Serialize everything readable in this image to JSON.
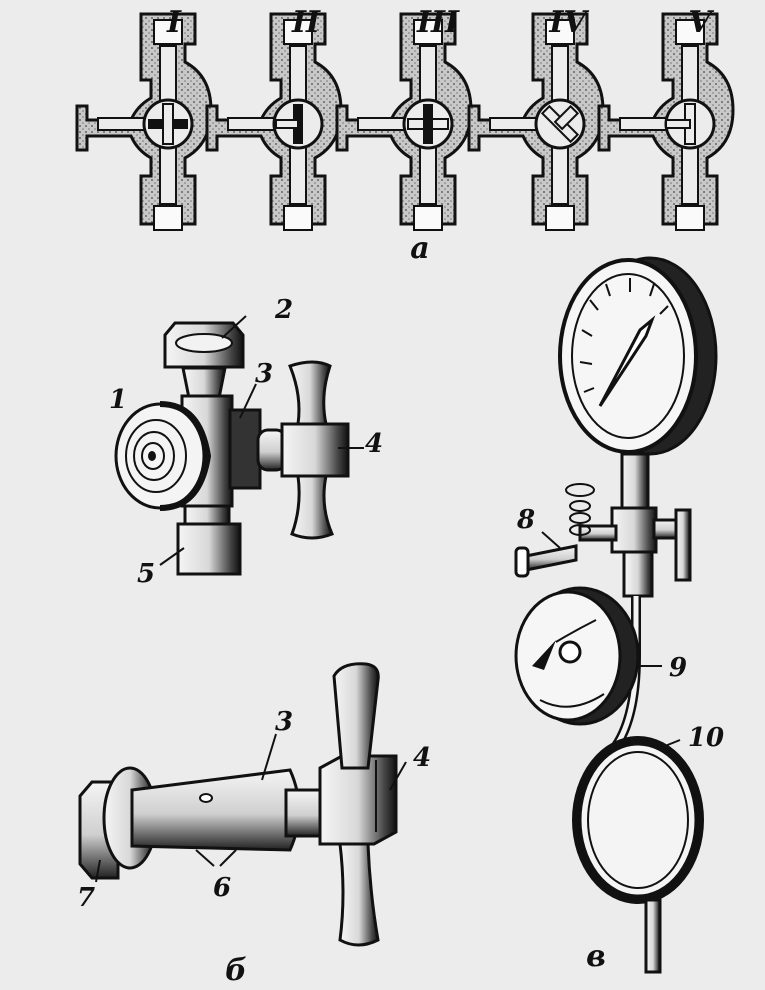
{
  "valve_positions": [
    "I",
    "II",
    "III",
    "IV",
    "V"
  ],
  "subfigures": {
    "a": "а",
    "b": "б",
    "v": "в"
  },
  "callouts_b1": [
    "1",
    "2",
    "3",
    "4",
    "5"
  ],
  "callouts_b2": [
    "3",
    "4",
    "6",
    "7"
  ],
  "callouts_v": [
    "8",
    "9",
    "10"
  ],
  "colors": {
    "ink": "#111111",
    "paper": "#ececec",
    "hatch": "#9a9a9a"
  }
}
